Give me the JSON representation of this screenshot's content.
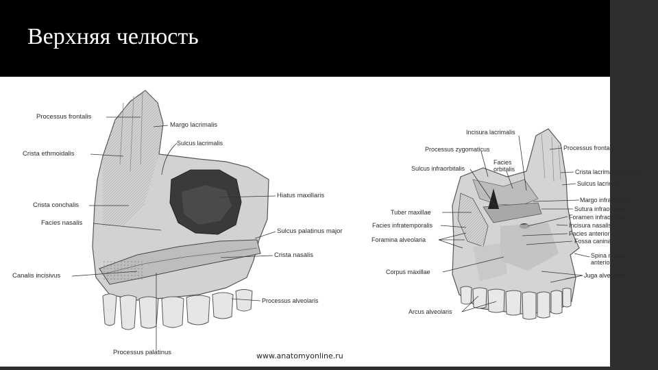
{
  "slide": {
    "title": "Верхняя челюсть",
    "watermark": "www.anatomyonline.ru"
  },
  "left_figure": {
    "labels": {
      "processus_frontalis": "Processus frontalis",
      "margo_lacrimalis": "Margo lacrimalis",
      "sulcus_lacrimalis": "Sulcus lacrimalis",
      "crista_ethmoidalis": "Crista ethmoidalis",
      "hiatus_maxillaris": "Hiatus maxillaris",
      "crista_conchalis": "Crista conchalis",
      "facies_nasalis": "Facies nasalis",
      "sulcus_palatinus_major": "Sulcus palatinus major",
      "crista_nasalis": "Crista nasalis",
      "canalis_incisivus": "Canalis incisivus",
      "processus_alveolaris": "Processus alveolaris",
      "processus_palatinus": "Processus palatinus"
    }
  },
  "right_figure": {
    "labels": {
      "incisura_lacrimalis": "Incisura lacrimalis",
      "processus_zygomaticus": "Processus zygomaticus",
      "processus_frontalis": "Processus frontalis",
      "facies_orbitalis_1": "Facies",
      "facies_orbitalis_2": "orbitalis",
      "sulcus_infraorbitalis": "Sulcus infraorbitalis",
      "crista_lacrimalis_anterior": "Crista lacrimalis anterior",
      "sulcus_lacrimalis": "Sulcus lacrimalis",
      "margo_infraorbitalis": "Margo infraorbitalis",
      "tuber_maxillae": "Tuber maxillae",
      "sutura_infraorbitalis": "Sutura infraorbitalis",
      "foramen_infraorbitale": "Foramen infraorbitale",
      "facies_infratemporalis": "Facies infratemporalis",
      "incisura_nasalis": "Incisura nasalis",
      "facies_anterior": "Facies anterior",
      "foramina_alveolaria": "Foramina alveolaria",
      "fossa_canina": "Fossa canina",
      "spina_nasalis_anterior_1": "Spina nasalis",
      "spina_nasalis_anterior_2": "anterior",
      "corpus_maxillae": "Corpus maxillae",
      "juga_alveolaria": "Juga alveolaria",
      "arcus_alveolaris": "Arcus alveolaris"
    }
  },
  "colors": {
    "header_bg": "#000000",
    "title_text": "#ffffff",
    "side_bar": "#2e2e2e",
    "bone_fill": "#cfcfcf",
    "bone_shadow": "#8a8a8a",
    "cavity": "#3a3a3a",
    "leader": "#333333"
  }
}
